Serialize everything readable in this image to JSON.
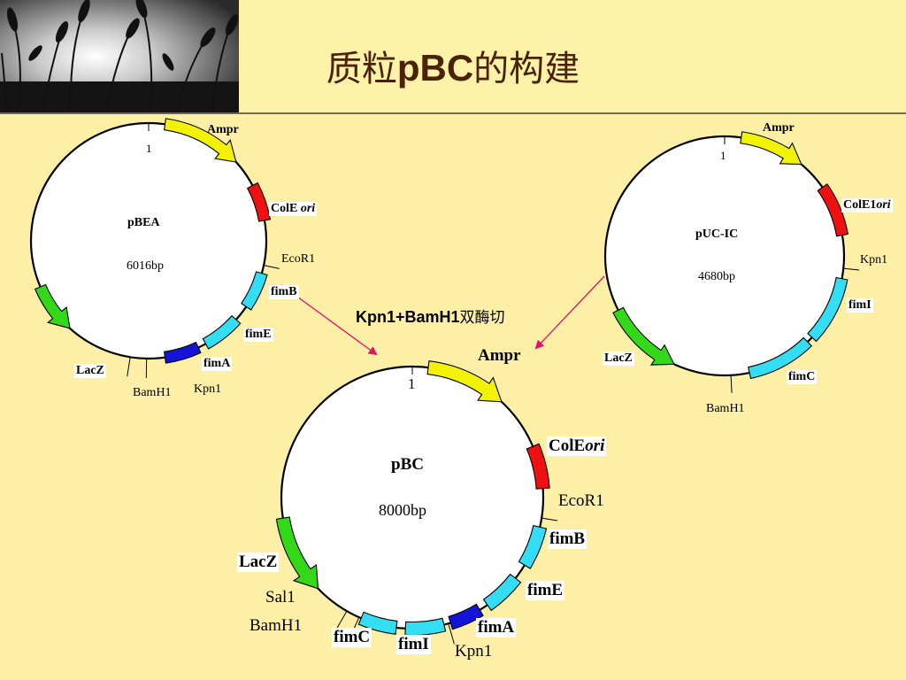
{
  "slide": {
    "title_prefix": "质粒",
    "title_bold": "pBC",
    "title_suffix": "的构建",
    "enzyme_label": "Kpn1+BamH1",
    "enzyme_cn": "双酶切"
  },
  "plasmids": {
    "pbea": {
      "name": "pBEA",
      "size": "6016bp",
      "start": "1",
      "labels": {
        "ampr": "Ampr",
        "cole": "ColE",
        "ori": "ori",
        "ecor1": "EcoR1",
        "fimb": "fimB",
        "fime": "fimE",
        "fima": "fimA",
        "lacz": "LacZ",
        "bamh1": "BamH1",
        "kpn1": "Kpn1"
      }
    },
    "puc": {
      "name": "pUC-IC",
      "size": "4680bp",
      "start": "1",
      "labels": {
        "ampr": "Ampr",
        "cole": "ColE1",
        "ori": "ori",
        "kpn1": "Kpn1",
        "fimi": "fimI",
        "fimc": "fimC",
        "lacz": "LacZ",
        "bamh1": "BamH1"
      }
    },
    "pbc": {
      "name": "pBC",
      "size": "8000bp",
      "start": "1",
      "labels": {
        "ampr": "Ampr",
        "cole": "ColE",
        "ori": "ori",
        "ecor1": "EcoR1",
        "fimb": "fimB",
        "fime": "fimE",
        "fima": "fimA",
        "lacz": "LacZ",
        "sal1": "Sal1",
        "bamh1": "BamH1",
        "fimc": "fimC",
        "fimi": "fimI",
        "kpn1": "Kpn1"
      }
    }
  },
  "colors": {
    "ampr": "#f2f208",
    "ori": "#ee1111",
    "fim": "#33ddf4",
    "fima": "#1414d8",
    "lacz": "#33d819",
    "arrow": "#e0126e"
  }
}
